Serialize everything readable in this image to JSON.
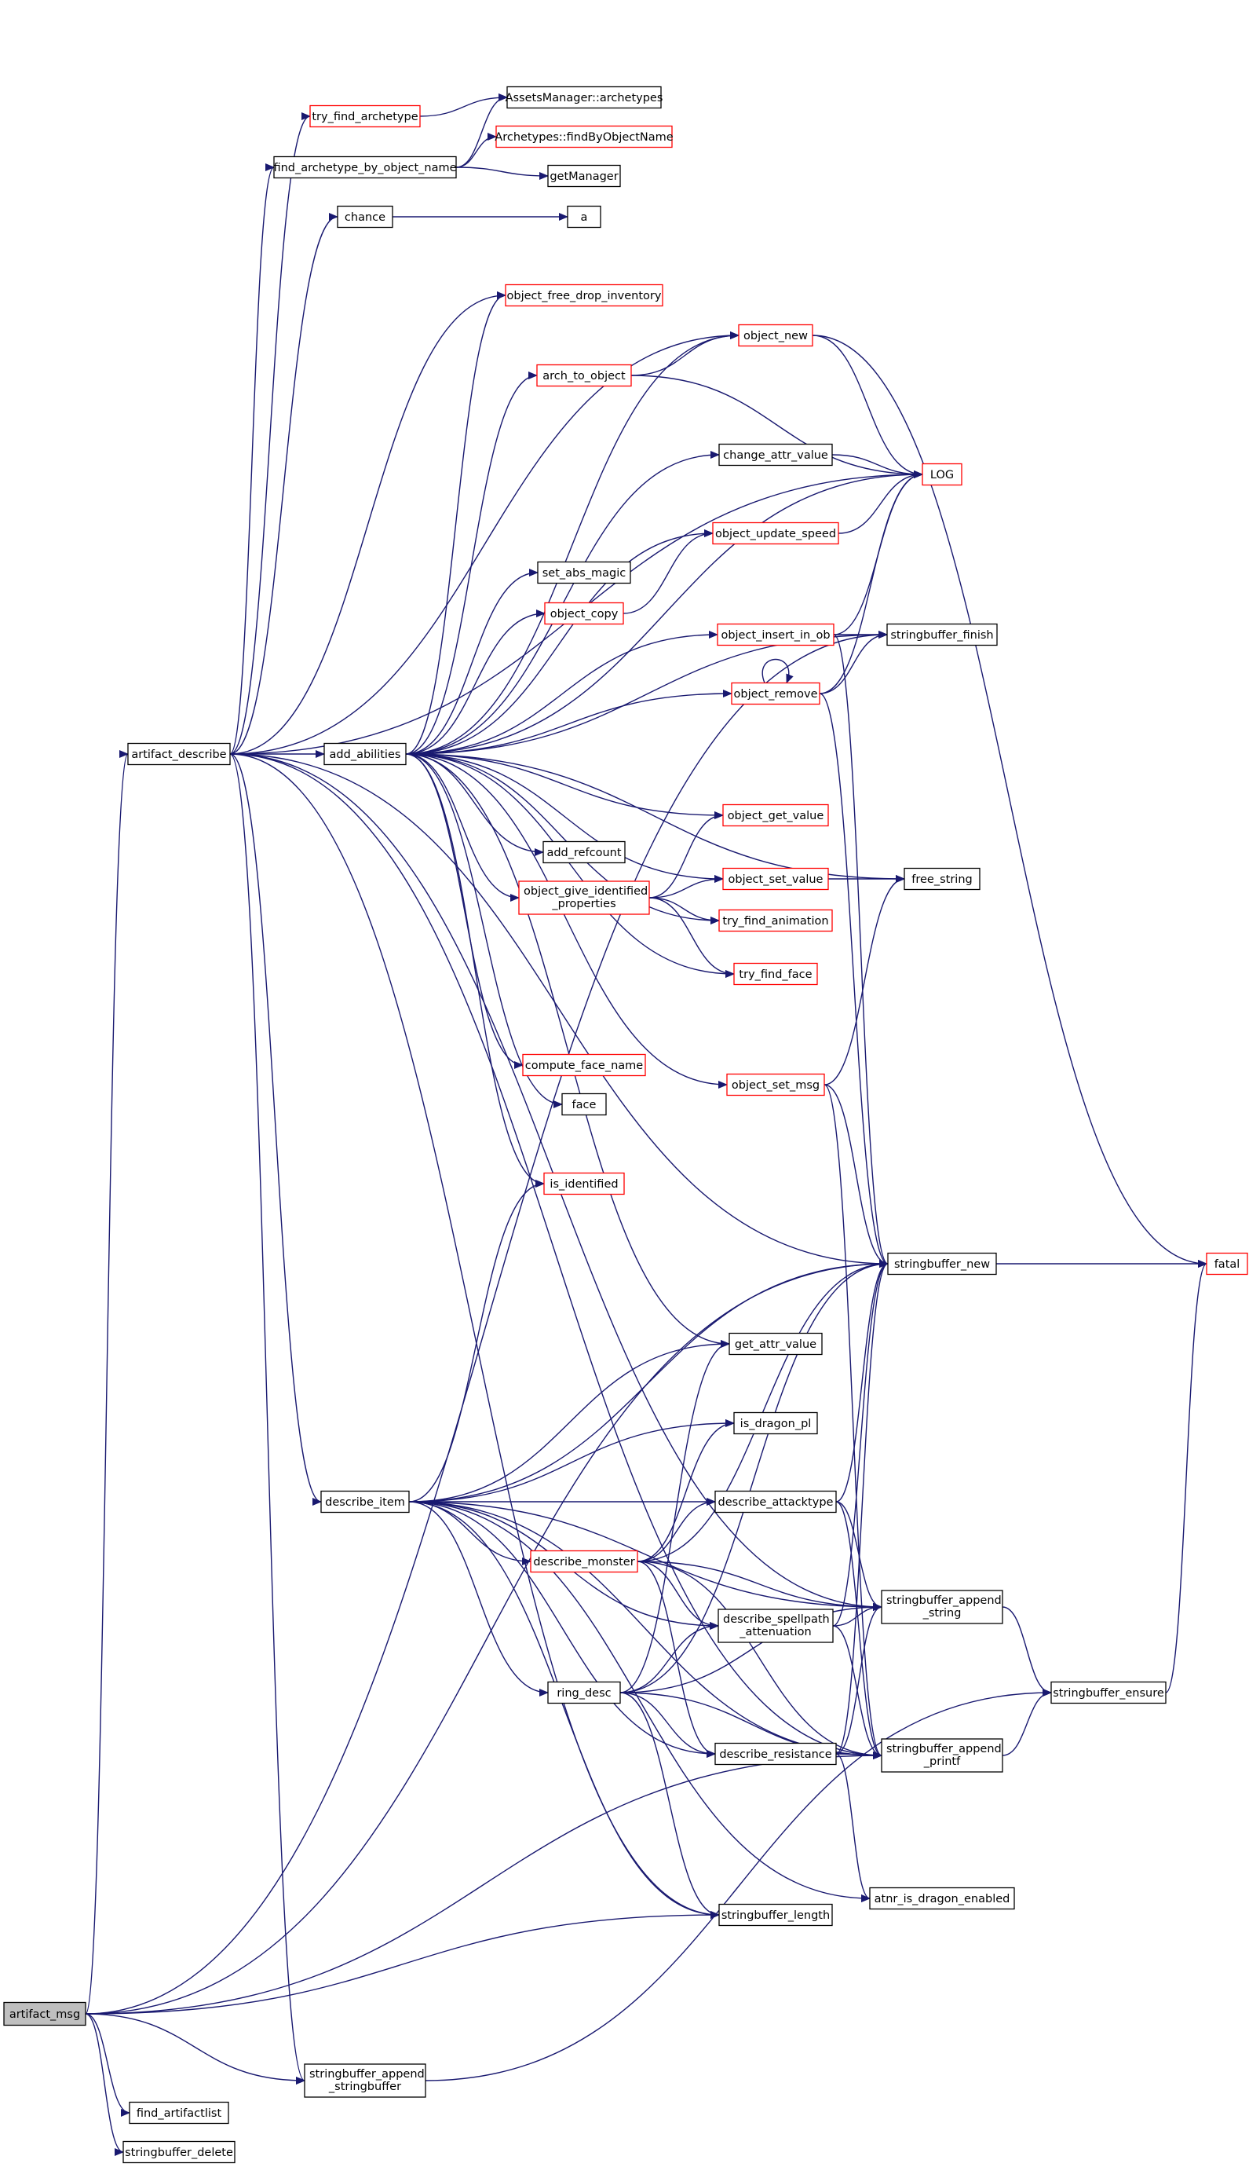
{
  "colors": {
    "edge": "#191970",
    "node_border": "#000000",
    "node_border_truncated": "#ff0000",
    "root_fill": "#bfbfbf",
    "node_fill": "#ffffff",
    "text": "#000000"
  },
  "nodes": [
    {
      "id": "artifact_msg",
      "label": "artifact_msg",
      "root": true
    },
    {
      "id": "artifact_describe",
      "label": "artifact_describe"
    },
    {
      "id": "find_artifactlist",
      "label": "find_artifactlist"
    },
    {
      "id": "stringbuffer_delete",
      "label": "stringbuffer_delete"
    },
    {
      "id": "stringbuffer_append_stringbuffer",
      "label": "stringbuffer_append\n_stringbuffer"
    },
    {
      "id": "try_find_archetype",
      "label": "try_find_archetype",
      "truncated": true
    },
    {
      "id": "assets_archetypes",
      "label": "AssetsManager::archetypes"
    },
    {
      "id": "find_archetype_by_object_name",
      "label": "find_archetype_by_object_name"
    },
    {
      "id": "archetypes_findbyobjectname",
      "label": "Archetypes::findByObjectName",
      "truncated": true
    },
    {
      "id": "getmanager",
      "label": "getManager"
    },
    {
      "id": "chance",
      "label": "chance"
    },
    {
      "id": "a",
      "label": "a"
    },
    {
      "id": "object_free_drop_inventory",
      "label": "object_free_drop_inventory",
      "truncated": true
    },
    {
      "id": "object_new",
      "label": "object_new",
      "truncated": true
    },
    {
      "id": "arch_to_object",
      "label": "arch_to_object",
      "truncated": true
    },
    {
      "id": "change_attr_value",
      "label": "change_attr_value"
    },
    {
      "id": "log",
      "label": "LOG",
      "truncated": true
    },
    {
      "id": "object_update_speed",
      "label": "object_update_speed",
      "truncated": true
    },
    {
      "id": "set_abs_magic",
      "label": "set_abs_magic"
    },
    {
      "id": "object_copy",
      "label": "object_copy",
      "truncated": true
    },
    {
      "id": "object_insert_in_ob",
      "label": "object_insert_in_ob",
      "truncated": true
    },
    {
      "id": "stringbuffer_finish",
      "label": "stringbuffer_finish"
    },
    {
      "id": "object_remove",
      "label": "object_remove",
      "truncated": true
    },
    {
      "id": "add_abilities",
      "label": "add_abilities"
    },
    {
      "id": "object_get_value",
      "label": "object_get_value",
      "truncated": true
    },
    {
      "id": "add_refcount",
      "label": "add_refcount"
    },
    {
      "id": "object_set_value",
      "label": "object_set_value",
      "truncated": true
    },
    {
      "id": "free_string",
      "label": "free_string"
    },
    {
      "id": "object_give_identified_properties",
      "label": "object_give_identified\n_properties",
      "truncated": true
    },
    {
      "id": "try_find_animation",
      "label": "try_find_animation",
      "truncated": true
    },
    {
      "id": "try_find_face",
      "label": "try_find_face",
      "truncated": true
    },
    {
      "id": "compute_face_name",
      "label": "compute_face_name",
      "truncated": true
    },
    {
      "id": "object_set_msg",
      "label": "object_set_msg",
      "truncated": true
    },
    {
      "id": "face",
      "label": "face"
    },
    {
      "id": "is_identified",
      "label": "is_identified",
      "truncated": true
    },
    {
      "id": "stringbuffer_new",
      "label": "stringbuffer_new"
    },
    {
      "id": "fatal",
      "label": "fatal",
      "truncated": true
    },
    {
      "id": "get_attr_value",
      "label": "get_attr_value"
    },
    {
      "id": "is_dragon_pl",
      "label": "is_dragon_pl"
    },
    {
      "id": "describe_item",
      "label": "describe_item"
    },
    {
      "id": "describe_attacktype",
      "label": "describe_attacktype"
    },
    {
      "id": "describe_monster",
      "label": "describe_monster",
      "truncated": true
    },
    {
      "id": "stringbuffer_append_string",
      "label": "stringbuffer_append\n_string"
    },
    {
      "id": "describe_spellpath_attenuation",
      "label": "describe_spellpath\n_attenuation"
    },
    {
      "id": "ring_desc",
      "label": "ring_desc"
    },
    {
      "id": "stringbuffer_ensure",
      "label": "stringbuffer_ensure"
    },
    {
      "id": "describe_resistance",
      "label": "describe_resistance"
    },
    {
      "id": "stringbuffer_append_printf",
      "label": "stringbuffer_append\n_printf"
    },
    {
      "id": "atnr_is_dragon_enabled",
      "label": "atnr_is_dragon_enabled"
    },
    {
      "id": "stringbuffer_length",
      "label": "stringbuffer_length"
    }
  ]
}
